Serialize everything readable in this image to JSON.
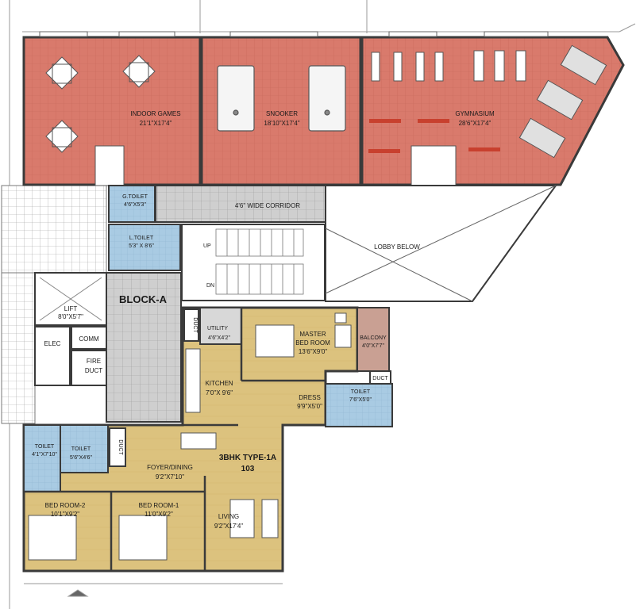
{
  "rooms": {
    "indoor_games": {
      "name": "INDOOR GAMES",
      "size": "21'1\"X17'4\""
    },
    "snooker": {
      "name": "SNOOKER",
      "size": "18'10\"X17'4\""
    },
    "gymnasium": {
      "name": "GYMNASIUM",
      "size": "28'6\"X17'4\""
    },
    "corridor": {
      "name": "4'6\" WIDE CORRIDOR"
    },
    "g_toilet": {
      "name": "G.TOILET",
      "size": "4'6\"X5'3\""
    },
    "l_toilet": {
      "name": "L.TOILET",
      "size": "5'3\" X 8'6\""
    },
    "lobby": {
      "name": "LOBBY BELOW"
    },
    "up": "UP",
    "dn": "DN",
    "lift": {
      "name": "LIFT",
      "size": "8'0\"X5'7\""
    },
    "block": "BLOCK-A",
    "elec": "ELEC",
    "comm": "COMM",
    "fire_duct": {
      "line1": "FIRE",
      "line2": "DUCT"
    },
    "duct": "DUCT",
    "utility": {
      "name": "UTILITY",
      "size": "4'6\"X4'2\""
    },
    "master_bed": {
      "name1": "MASTER",
      "name2": "BED ROOM",
      "size": "13'6\"X9'0\""
    },
    "balcony": {
      "name": "BALCONY",
      "size": "4'0\"X7'7\""
    },
    "kitchen": {
      "name": "KITCHEN",
      "size": "7'0\"X 9'6\""
    },
    "dress": {
      "name": "DRESS",
      "size": "9'9\"X5'0\""
    },
    "toilet_master": {
      "name": "TOILET",
      "size": "7'6\"X5'0\""
    },
    "toilet_left": {
      "name": "TOILET",
      "size": "4'1\"X7'10\""
    },
    "toilet_mid": {
      "name": "TOILET",
      "size": "5'6\"X4'6\""
    },
    "foyer": {
      "name": "FOYER/DINING",
      "size": "9'2\"X7'10\""
    },
    "unit": {
      "type": "3BHK TYPE-1A",
      "number": "103"
    },
    "bed2": {
      "name": "BED ROOM-2",
      "size": "10'1\"X9'2\""
    },
    "bed1": {
      "name": "BED ROOM-1",
      "size": "11'0\"X9'2\""
    },
    "living": {
      "name": "LIVING",
      "size": "9'2\"X17'4\""
    }
  },
  "colors": {
    "amenity_floor": "#d97a6c",
    "apartment_floor": "#dcc27e",
    "toilet_floor": "#a9cbe3",
    "corridor_floor": "#cfcfcf",
    "balcony_floor": "#c9a093",
    "wall": "#3a3a3a"
  }
}
